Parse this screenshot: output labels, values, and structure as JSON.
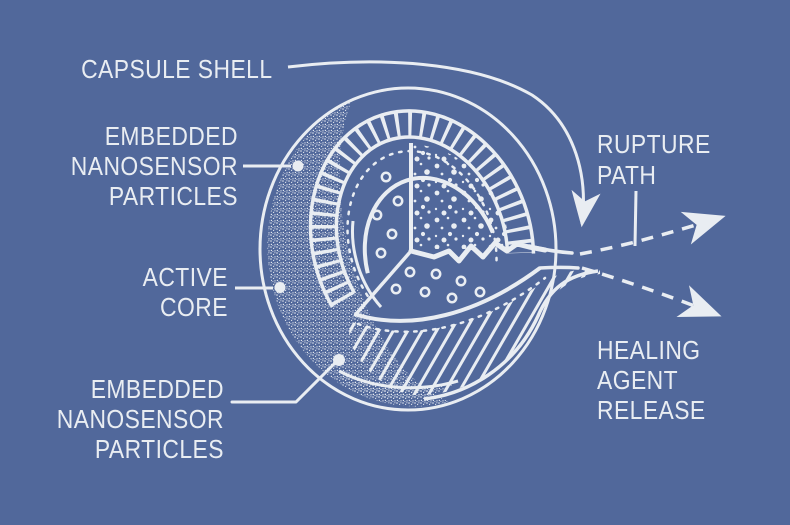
{
  "title": "Self-healing microcapsule cutaway diagram",
  "colors": {
    "background": "#51689b",
    "ink": "#e9edf2"
  },
  "labels": {
    "capsule_shell": {
      "lines": [
        "CAPSULE SHELL"
      ]
    },
    "embedded_nanosensor_top": {
      "lines": [
        "EMBEDDED",
        "NANOSENSOR",
        "PARTICLES"
      ]
    },
    "active_core": {
      "lines": [
        "ACTIVE",
        "CORE"
      ]
    },
    "embedded_nanosensor_bottom": {
      "lines": [
        "EMBEDDED",
        "NANOSENSOR",
        "PARTICLES"
      ]
    },
    "rupture_path": {
      "lines": [
        "RUPTURE",
        "PATH"
      ]
    },
    "healing_agent_release": {
      "lines": [
        "HEALING",
        "AGENT",
        "RELEASE"
      ]
    }
  }
}
